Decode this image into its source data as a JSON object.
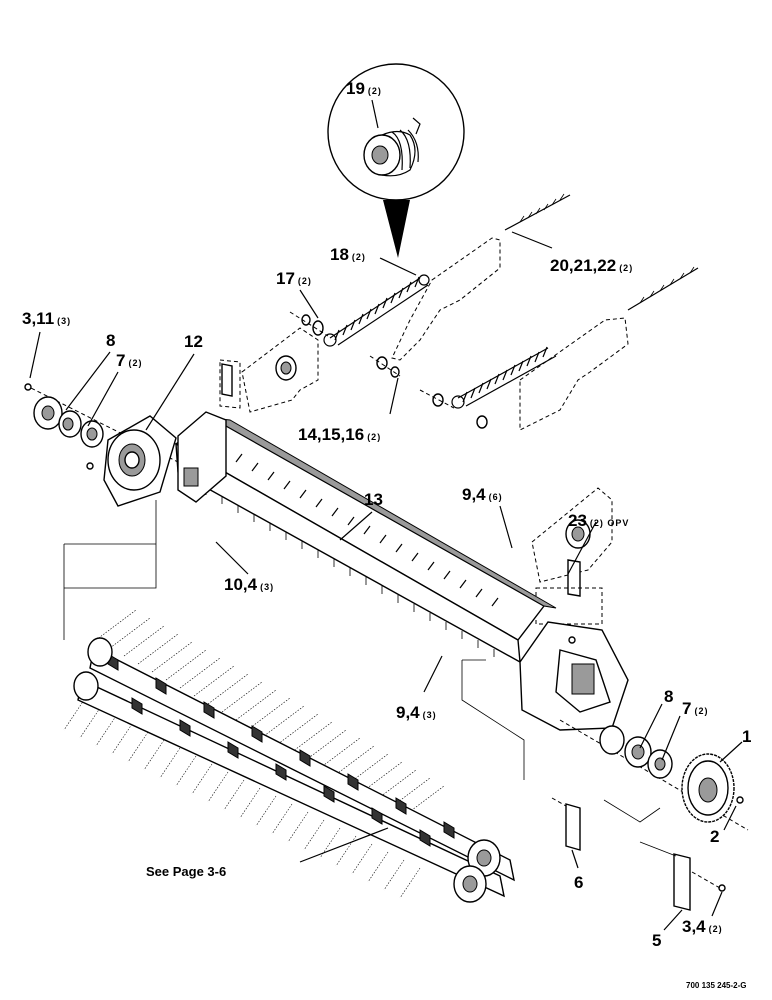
{
  "callouts": {
    "c19": {
      "num": "19",
      "qty": "(2)"
    },
    "c18": {
      "num": "18",
      "qty": "(2)"
    },
    "c17": {
      "num": "17",
      "qty": "(2)"
    },
    "c20": {
      "num": "20,21,22",
      "qty": "(2)"
    },
    "c3_11": {
      "num": "3,11",
      "qty": "(3)"
    },
    "c8a": {
      "num": "8",
      "qty": ""
    },
    "c7a": {
      "num": "7",
      "qty": "(2)"
    },
    "c12": {
      "num": "12",
      "qty": ""
    },
    "c14": {
      "num": "14,15,16",
      "qty": "(2)"
    },
    "c13": {
      "num": "13",
      "qty": ""
    },
    "c9_6": {
      "num": "9,4",
      "qty": "(6)"
    },
    "c23": {
      "num": "23",
      "qty": "(2) OPV"
    },
    "c10": {
      "num": "10,4",
      "qty": "(3)"
    },
    "c9_3": {
      "num": "9,4",
      "qty": "(3)"
    },
    "c8b": {
      "num": "8",
      "qty": ""
    },
    "c7b": {
      "num": "7",
      "qty": "(2)"
    },
    "c1": {
      "num": "1",
      "qty": ""
    },
    "c2": {
      "num": "2",
      "qty": ""
    },
    "c6": {
      "num": "6",
      "qty": ""
    },
    "c5": {
      "num": "5",
      "qty": ""
    },
    "c3_4": {
      "num": "3,4",
      "qty": "(2)"
    }
  },
  "note": "See Page 3-6",
  "figure_code": "700 135 245-2-G"
}
